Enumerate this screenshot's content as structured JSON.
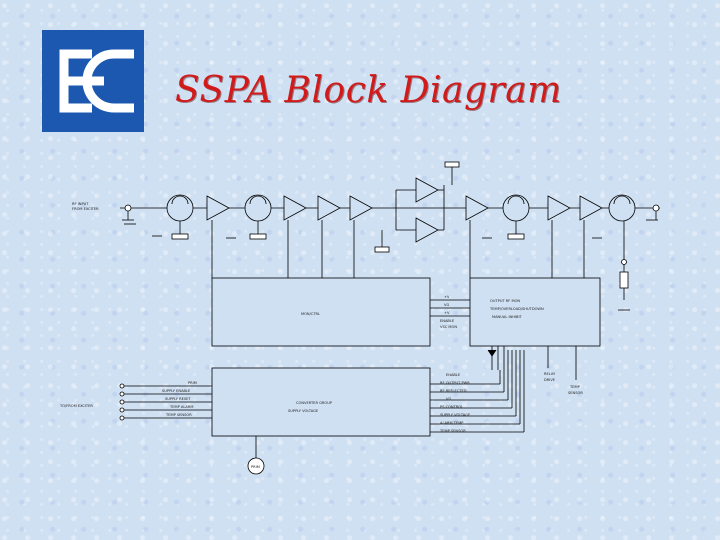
{
  "slide": {
    "title": "SSPA Block Diagram",
    "logo_icon": "ec-logo-icon",
    "colors": {
      "title": "#d11a1a",
      "logo": "#1c58b0",
      "line": "#000000"
    }
  },
  "diagram": {
    "rf_input_label": "RF INPUT\nFROM EXCITER",
    "mon_ctrl_label": "MON/CTRL",
    "outer_ctrl_lines": [
      "OUTPUT RF MON",
      "TEMP/OVERLOAD/SHUTDOWN",
      "MANUAL INHIBIT"
    ],
    "left_pins": [
      "+V",
      "VG",
      "+V",
      "ENABLE",
      "VSC MON"
    ],
    "ctrl_to_ex": "TO/FROM EXCITER",
    "ps_inputs": [
      "PRIM",
      "SUPPLY ENABLE",
      "SUPPLY RESET",
      "TEMP ALARM",
      "TEMP SENSOR"
    ],
    "ps_center": [
      "CONVERTER GROUP",
      "SUPPLY VOLTAGE"
    ],
    "ps_outputs": [
      "ENABLE",
      "RF OUTPUT PWR",
      "RF REFLECTED",
      "VG",
      "PS CONTROL",
      "SUPPLY VOLTAGE",
      "ALARM TEMP",
      "TEMP SENSOR"
    ],
    "relay": [
      "RELAY",
      "DRIVE"
    ],
    "circ": [
      "TEMP",
      "SENSOR"
    ],
    "prim_input": "PRIM"
  }
}
